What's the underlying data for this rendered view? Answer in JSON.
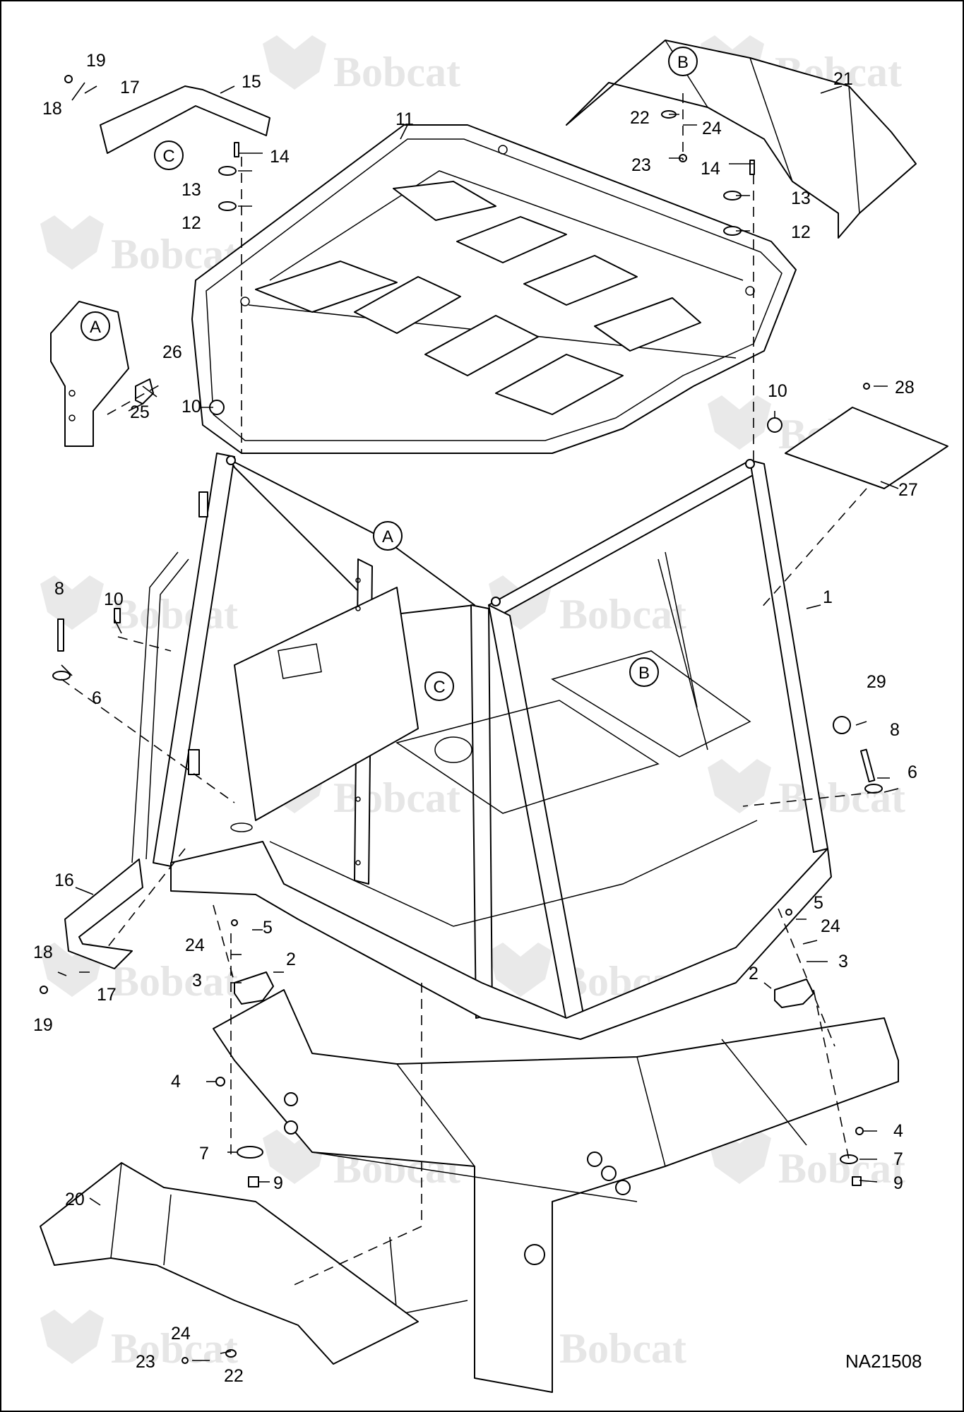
{
  "figure_id": "NA21508",
  "watermark": "Bobcat",
  "callouts": [
    "A",
    "B",
    "C"
  ],
  "part_numbers": [
    "1",
    "2",
    "3",
    "4",
    "5",
    "6",
    "7",
    "8",
    "9",
    "10",
    "11",
    "12",
    "13",
    "14",
    "15",
    "16",
    "17",
    "18",
    "19",
    "20",
    "21",
    "22",
    "23",
    "24",
    "25",
    "26",
    "27",
    "28",
    "29"
  ],
  "colors": {
    "line": "#000000",
    "background": "#ffffff",
    "watermark": "#e6e6e6"
  }
}
